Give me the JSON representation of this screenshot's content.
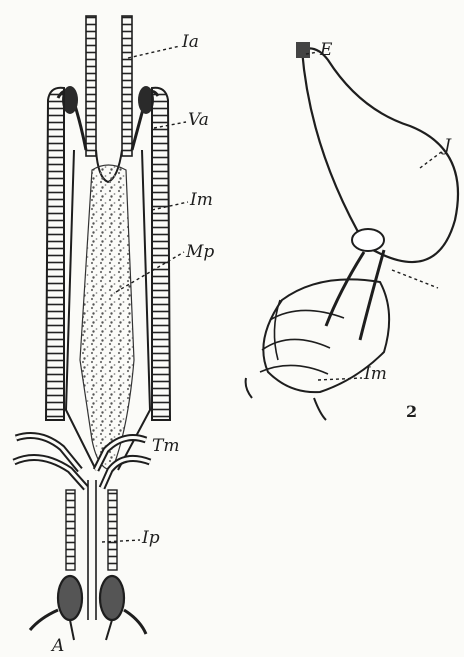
{
  "figure": {
    "labels": {
      "ia": "Ia",
      "va": "Va",
      "im_left": "Im",
      "mp": "Mp",
      "tm": "Tm",
      "ip": "Ip",
      "a": "A",
      "e": "E",
      "j": "J",
      "im_right": "Im"
    },
    "figure_number": "2"
  },
  "colors": {
    "ink": "#1e1e1e",
    "paper": "#fbfbf8",
    "stipple": "#777777"
  }
}
